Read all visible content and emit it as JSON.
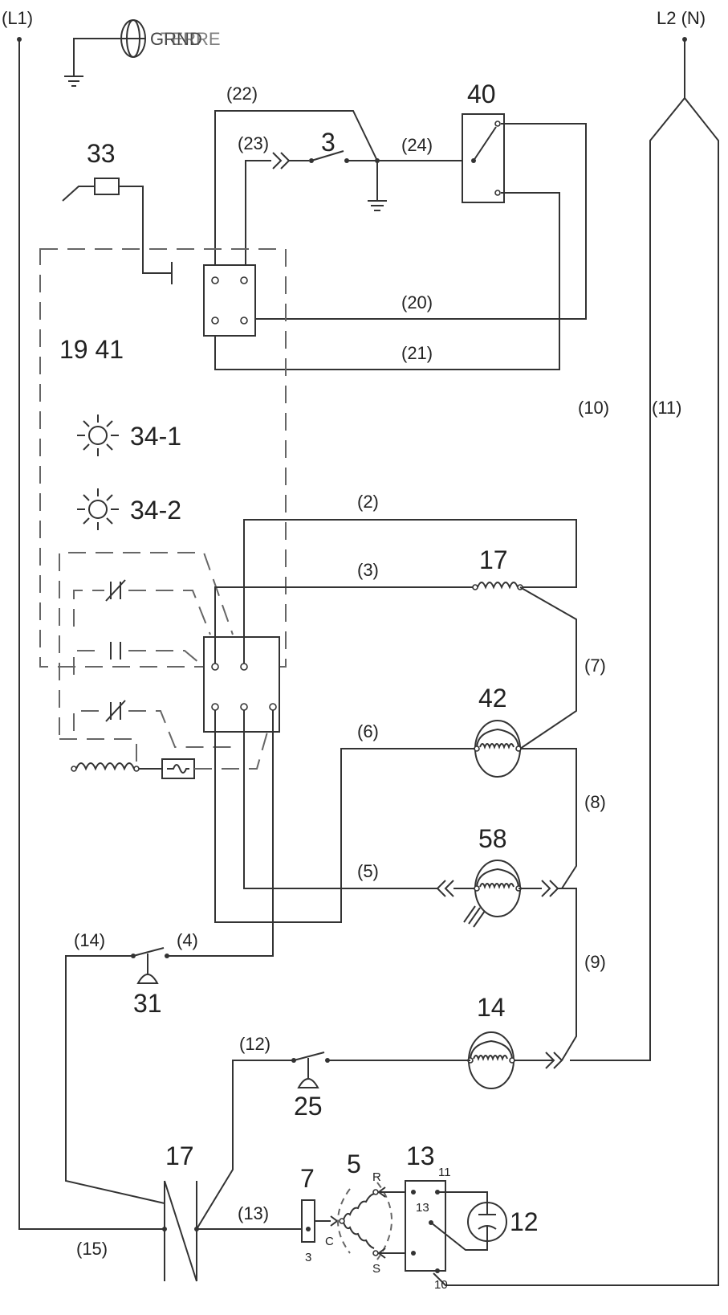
{
  "supply": {
    "l1": "(L1)",
    "l2": "L2 (N)"
  },
  "ground": {
    "symbol_text": "GRND",
    "symbol_text_overlap": "TERRE"
  },
  "component_labels": {
    "switch_3": "3",
    "relay_40": "40",
    "part_33": "33",
    "module": "19 41",
    "lamp_1": "34-1",
    "lamp_2": "34-2",
    "coil_17_top": "17",
    "motor_42": "42",
    "motor_58": "58",
    "switch_31": "31",
    "motor_14": "14",
    "switch_25": "25",
    "contact_17_bottom": "17",
    "part_7": "7",
    "motor_5": "5",
    "relay_13": "13",
    "capacitor_12": "12"
  },
  "wire_labels": {
    "w22": "(22)",
    "w23": "(23)",
    "w24": "(24)",
    "w20": "(20)",
    "w21": "(21)",
    "w10": "(10)",
    "w11": "(11)",
    "w2": "(2)",
    "w3": "(3)",
    "w7": "(7)",
    "w6": "(6)",
    "w8": "(8)",
    "w5": "(5)",
    "w9": "(9)",
    "w14": "(14)",
    "w4": "(4)",
    "w12": "(12)",
    "w13": "(13)",
    "w15": "(15)"
  },
  "terminal_labels": {
    "motor5_r": "R",
    "motor5_c": "C",
    "motor5_s": "S",
    "part7_3": "3",
    "relay13_11": "11",
    "relay13_13": "13",
    "relay13_10": "10"
  }
}
